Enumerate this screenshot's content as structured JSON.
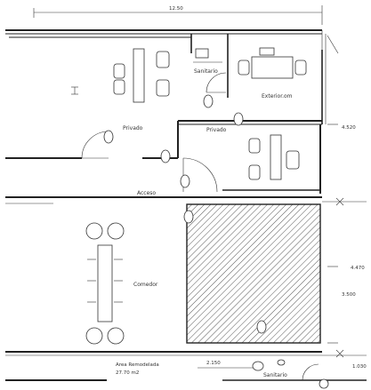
{
  "plan": {
    "rooms": {
      "privado_left": "Privado",
      "privado_right": "Privado",
      "exterior_room": "Exterior.om",
      "sanitario_top": "Sanitario",
      "sanitario_bottom": "Sanitario",
      "acceso": "Acceso",
      "comedor": "Comedor"
    },
    "dimensions": {
      "top_overall": "12.50",
      "right_1": "4.520",
      "right_2": "4.470",
      "right_3": "3.500",
      "right_4": "1.030",
      "bottom_1": "2.150"
    },
    "note": {
      "line1": "Area Remodelada",
      "line2": "27.70 m2"
    }
  }
}
